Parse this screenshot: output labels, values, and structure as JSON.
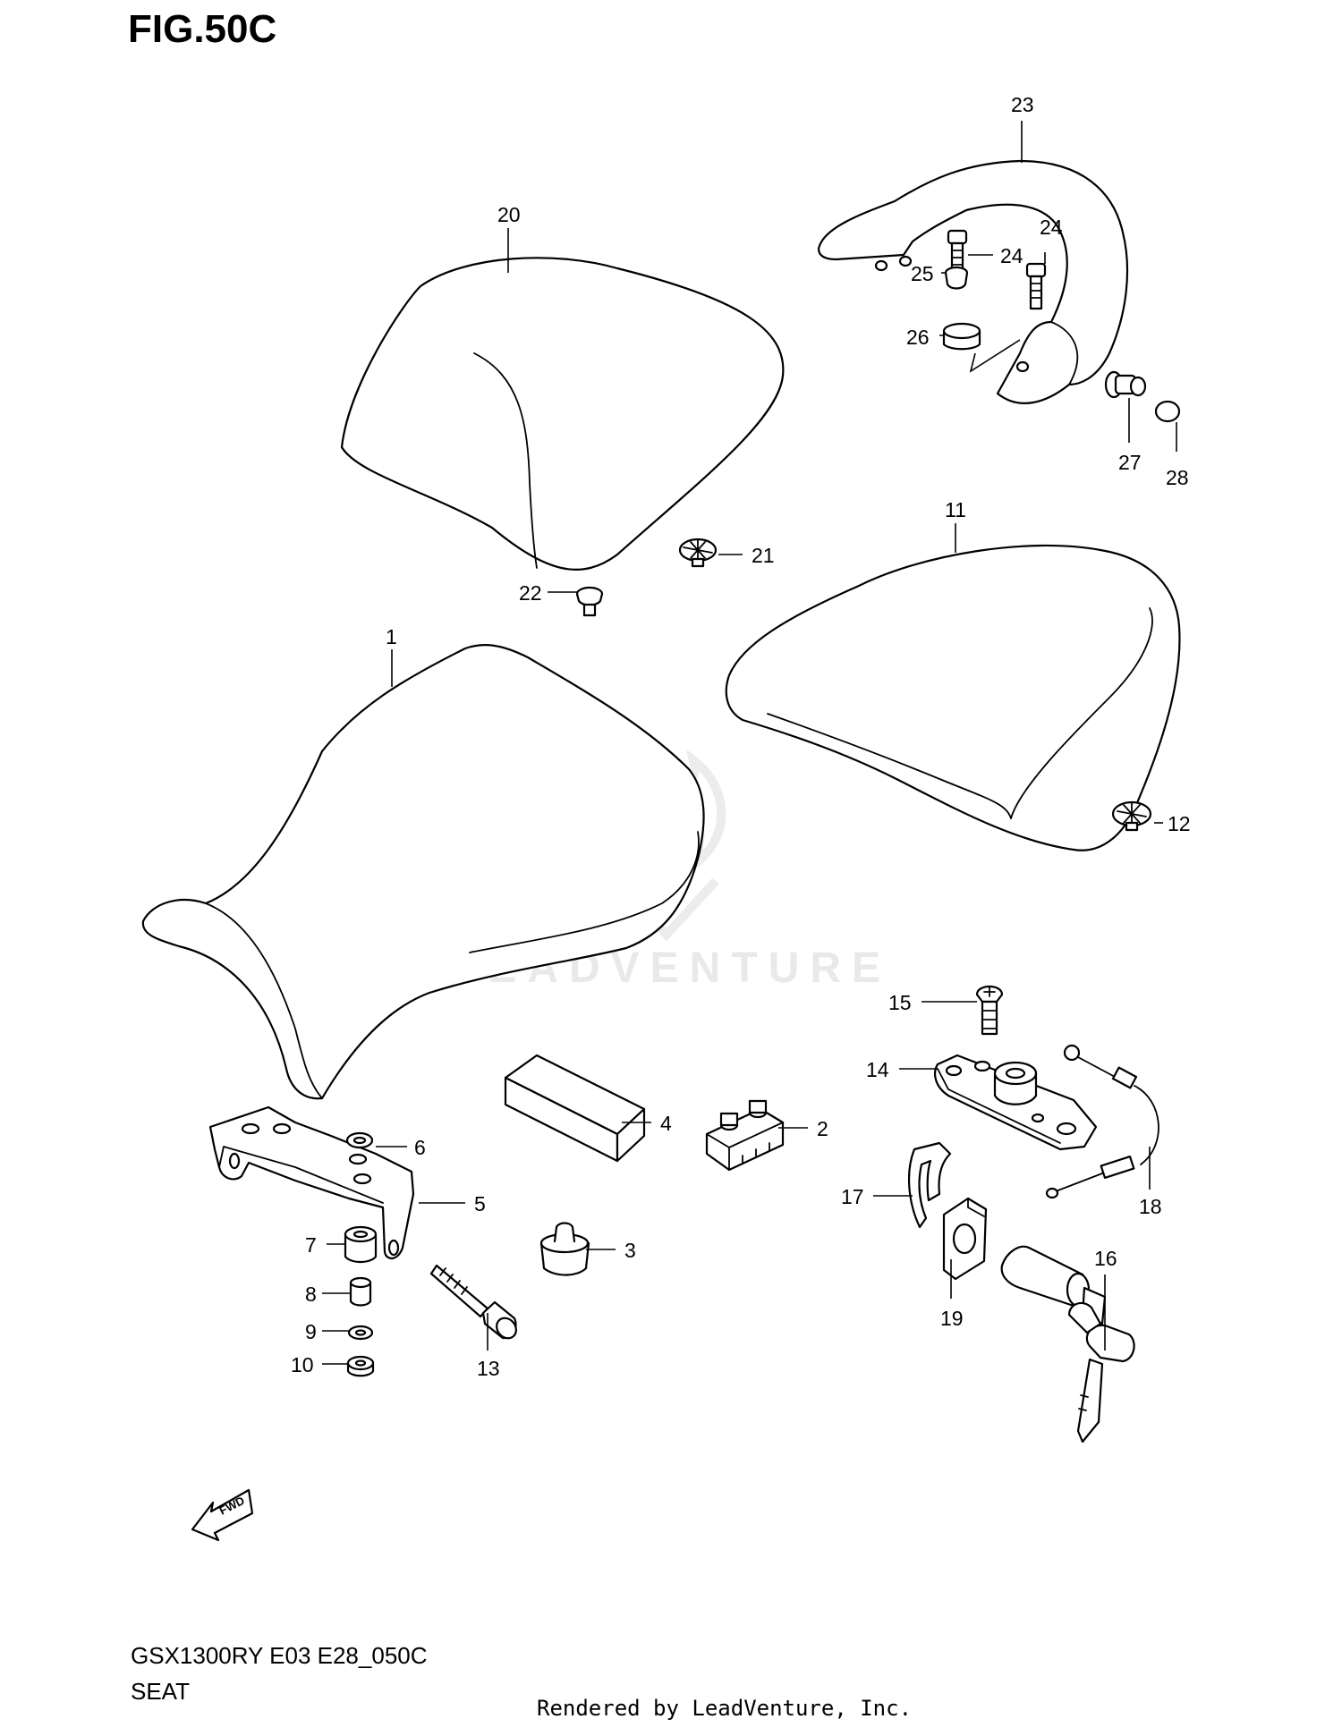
{
  "figure": {
    "title": "FIG.50C",
    "code": "GSX1300RY E03 E28_050C",
    "name": "SEAT",
    "rendered_by": "Rendered by LeadVenture, Inc.",
    "watermark": "LEADVENTURE",
    "fwd_label": "FWD"
  },
  "callouts": [
    "1",
    "2",
    "3",
    "4",
    "5",
    "6",
    "7",
    "8",
    "9",
    "10",
    "11",
    "12",
    "13",
    "14",
    "15",
    "16",
    "17",
    "18",
    "19",
    "20",
    "21",
    "22",
    "23",
    "24",
    "24",
    "25",
    "26",
    "27",
    "28"
  ]
}
